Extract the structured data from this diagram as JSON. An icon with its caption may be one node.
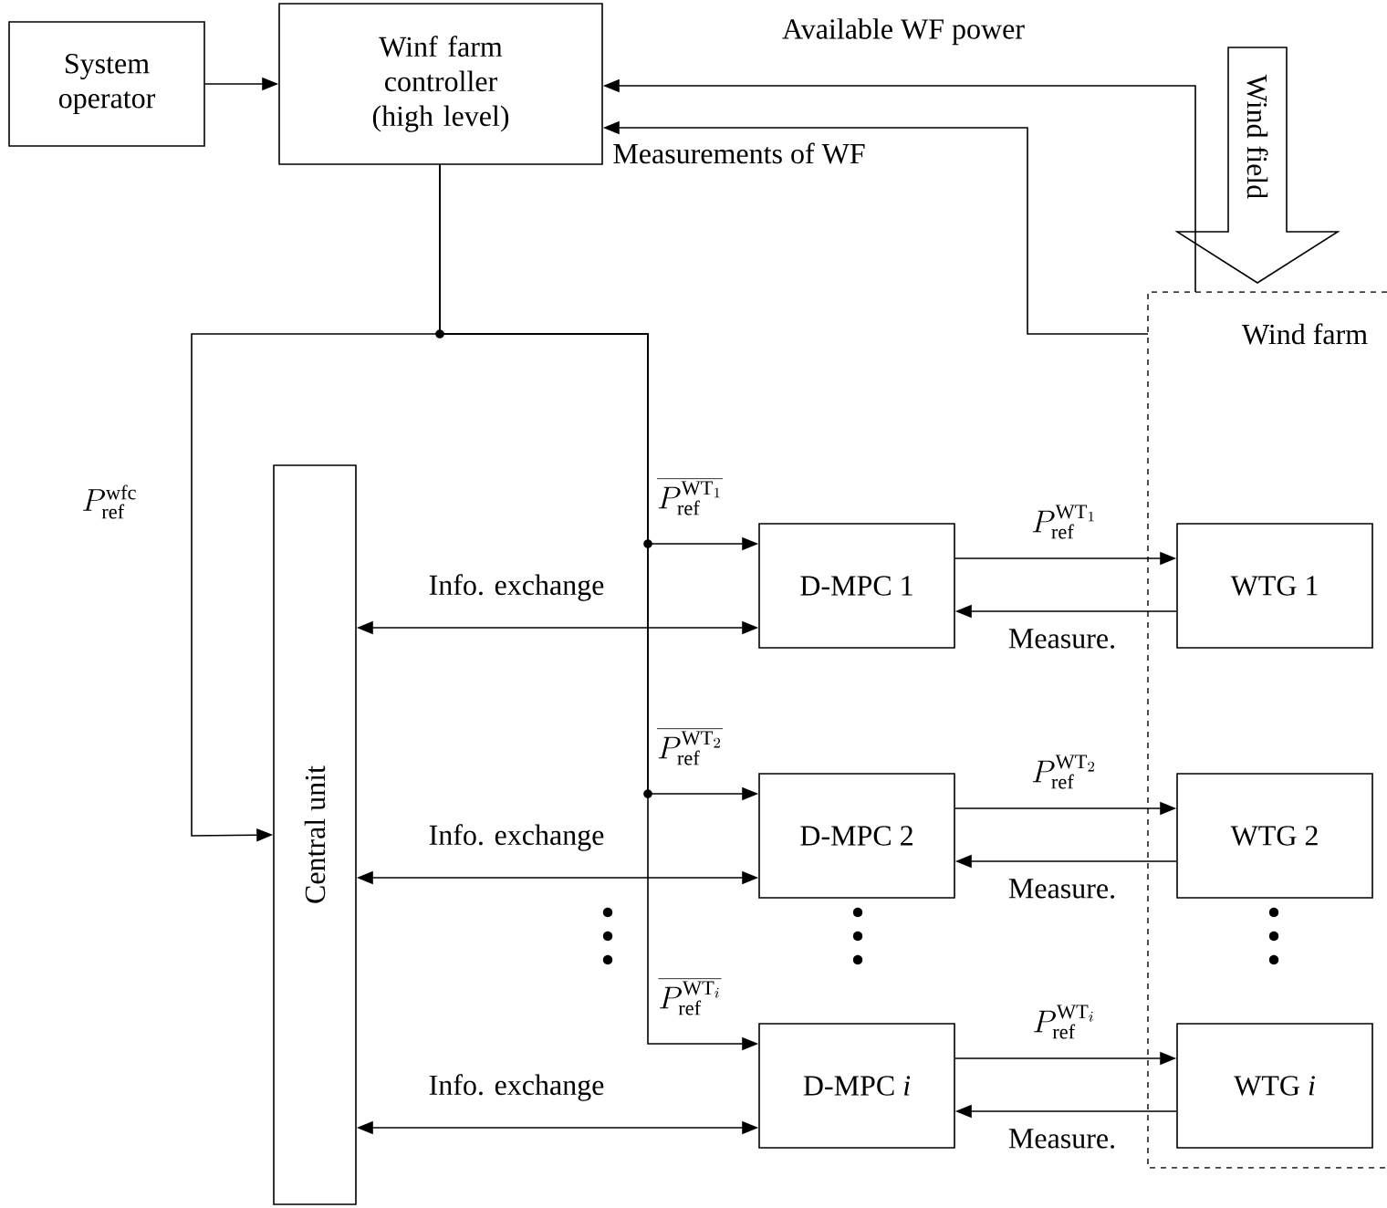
{
  "diagram": {
    "nodes": [
      {
        "text": [
          "System operator"
        ]
      },
      {
        "text": [
          "Winf farm controller (high level)"
        ]
      },
      {
        "text": [
          "Wind farm"
        ]
      },
      {
        "text": [
          "Wind field"
        ]
      },
      {
        "text": [
          "Central unit"
        ]
      },
      {
        "text": [
          "D-MPC 1"
        ]
      },
      {
        "text": [
          "WTG 1"
        ],
        "in": 2
      },
      {
        "text": [
          "D-MPC 2"
        ]
      },
      {
        "text": [
          "WTG 2"
        ],
        "in": 2
      },
      {
        "text": [
          "D-MPC *i*"
        ]
      },
      {
        "text": [
          "WTG *i*"
        ],
        "in": 2
      }
    ],
    "edges": [
      {
        "from": 0,
        "to": 1,
        "arrow": "to"
      },
      {
        "from": 2,
        "to": 1,
        "arrow": "to",
        "label": "Available WF power"
      },
      {
        "from": 2,
        "to": 1,
        "arrow": "to",
        "label": "Measurements of WF"
      },
      {
        "from": 1,
        "to": 4,
        "arrow": "to",
        "label": "P_{\\mathrm{ref}}^{\\mathrm{wfc}}"
      },
      {
        "from": 1,
        "to": 5,
        "arrow": "to",
        "label": "\\overline{P_{\\mathrm{ref}}^{\\mathrm{WT}_1}}"
      },
      {
        "from": 1,
        "to": 7,
        "arrow": "to",
        "label": "\\overline{P_{\\mathrm{ref}}^{\\mathrm{WT}_2}}"
      },
      {
        "from": 1,
        "to": 9,
        "arrow": "to",
        "label": "\\overline{P_{\\mathrm{ref}}^{\\mathrm{WT}_i}}"
      },
      {
        "from": 4,
        "to": 5,
        "arrow": "both",
        "label": "Info. exchange"
      },
      {
        "from": 4,
        "to": 7,
        "arrow": "both",
        "label": "Info. exchange"
      },
      {
        "from": 4,
        "to": 9,
        "arrow": "both",
        "label": "Info. exchange"
      },
      {
        "from": 5,
        "to": 6,
        "arrow": "to",
        "label": "P_{\\mathrm{ref}}^{\\mathrm{WT}_1}"
      },
      {
        "from": 6,
        "to": 5,
        "arrow": "to",
        "label": "Measure."
      },
      {
        "from": 7,
        "to": 8,
        "arrow": "to",
        "label": "P_{\\mathrm{ref}}^{\\mathrm{WT}_2}"
      },
      {
        "from": 8,
        "to": 7,
        "arrow": "to",
        "label": "Measure."
      },
      {
        "from": 9,
        "to": 10,
        "arrow": "to",
        "label": "P_{\\mathrm{ref}}^{\\mathrm{WT}_i}"
      },
      {
        "from": 10,
        "to": 9,
        "arrow": "to",
        "label": "Measure."
      }
    ]
  }
}
